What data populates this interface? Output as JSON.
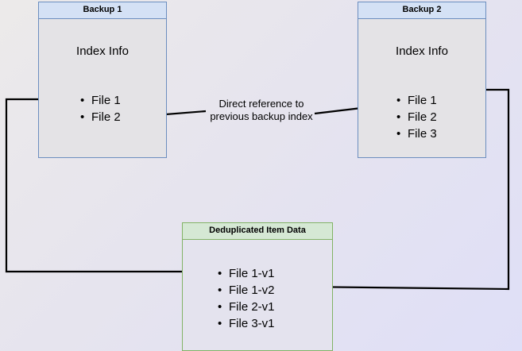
{
  "diagram": {
    "title_hidden": "Backup deduplication reference diagram",
    "colors": {
      "blue_border": "#6c8ebf",
      "blue_header_fill": "#d4e1f5",
      "green_border": "#82b366",
      "green_header_fill": "#d5e8d4",
      "box_body_fill": "#e4e3e6",
      "edge_stroke": "#000000",
      "background_from": "#eceaea",
      "background_to": "#dfdff7"
    },
    "nodes": {
      "backup1": {
        "header": "Backup 1",
        "section_title": "Index Info",
        "items": [
          "File 1",
          "File 2"
        ]
      },
      "backup2": {
        "header": "Backup 2",
        "section_title": "Index Info",
        "items": [
          "File 1",
          "File 2",
          "File 3"
        ]
      },
      "dedup": {
        "header": "Deduplicated Item Data",
        "items": [
          "File 1-v1",
          "File 1-v2",
          "File 2-v1",
          "File 3-v1"
        ]
      }
    },
    "edges": [
      {
        "name": "direct-reference",
        "label": "Direct reference to\nprevious backup index",
        "from": "backup2.File 2",
        "to": "backup1.File 2"
      },
      {
        "name": "backup1-file1-to-dedup",
        "label": "",
        "from": "backup1.File 1",
        "to": "dedup.File 1-v1"
      },
      {
        "name": "backup2-file1-to-dedup",
        "label": "",
        "from": "backup2.File 1",
        "to": "dedup.File 1-v2"
      }
    ]
  }
}
